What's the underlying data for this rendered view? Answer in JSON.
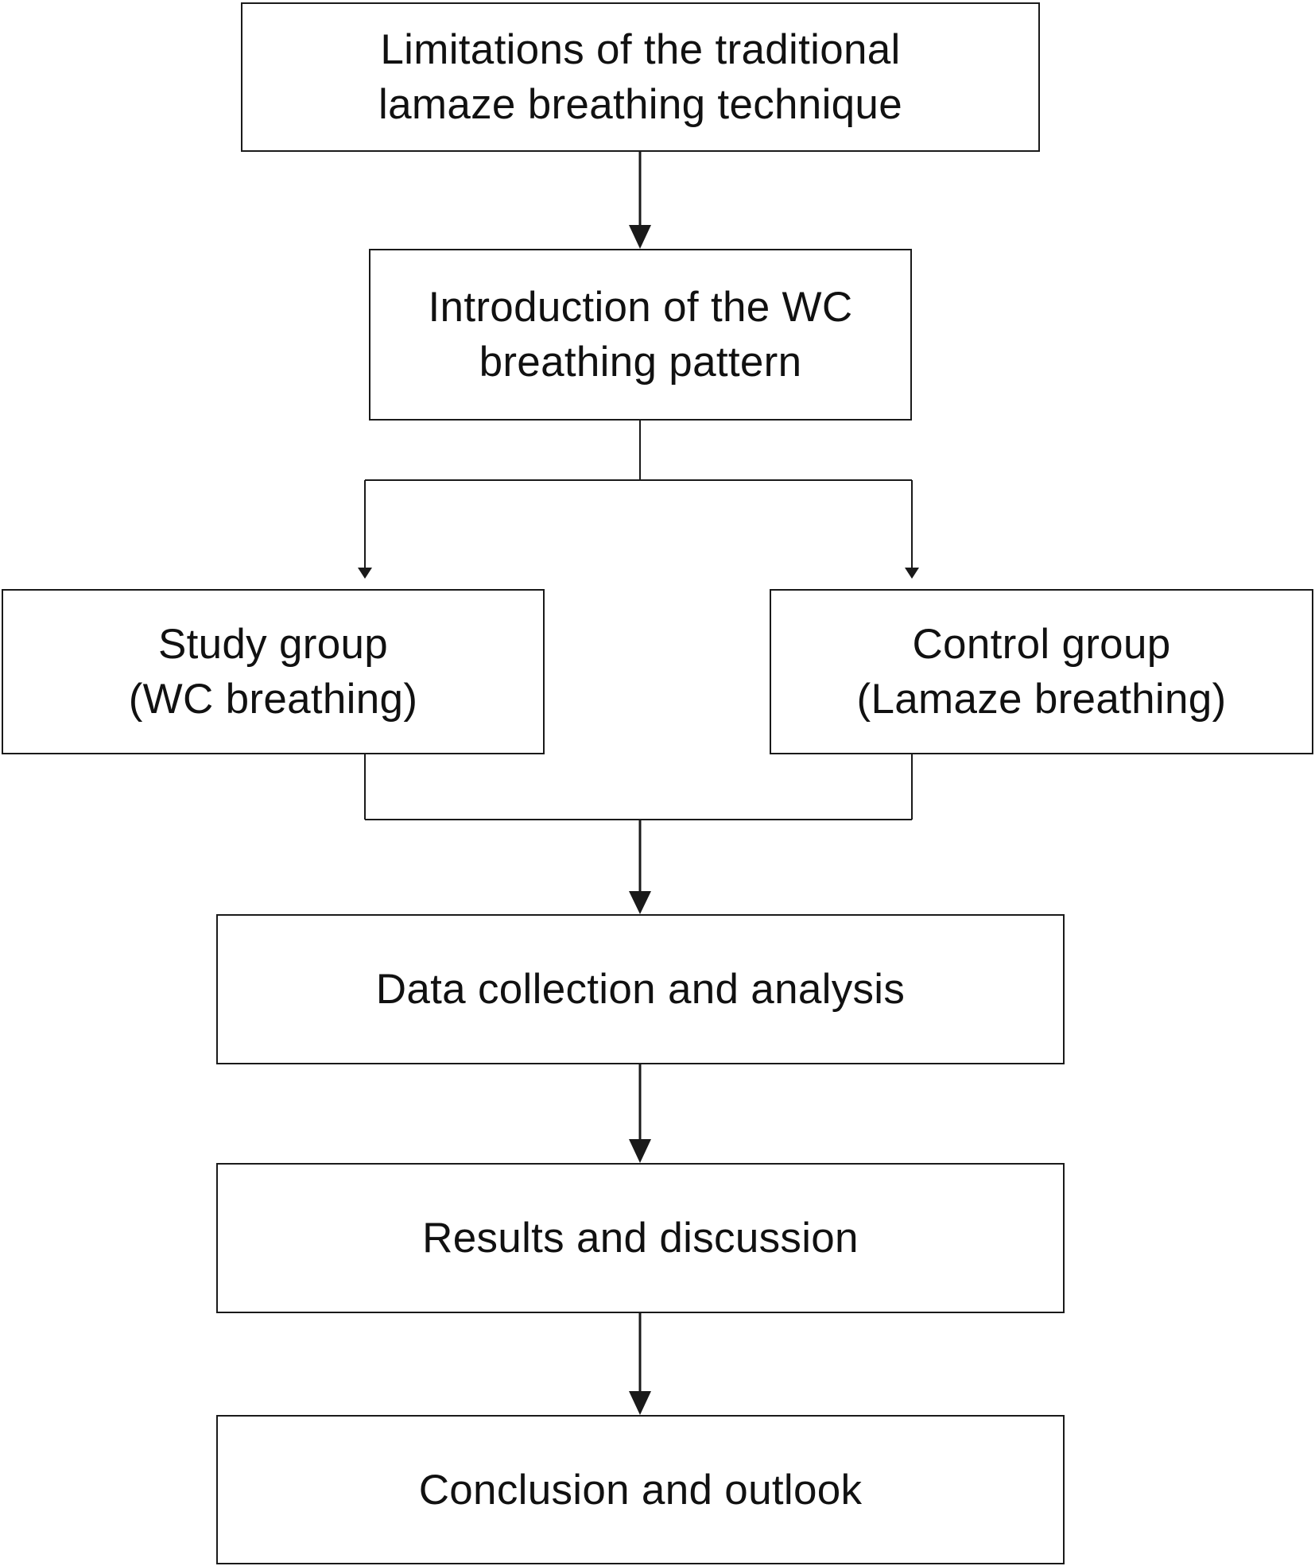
{
  "diagram": {
    "colors": {
      "line": "#1a1a1a",
      "text": "#111111",
      "background": "#ffffff"
    },
    "nodes": {
      "limitations": {
        "lines": [
          "Limitations of the traditional",
          "lamaze breathing technique"
        ]
      },
      "introduction": {
        "lines": [
          "Introduction of the WC",
          "breathing pattern"
        ]
      },
      "study_group": {
        "lines": [
          "Study group",
          "(WC breathing)"
        ]
      },
      "control_group": {
        "lines": [
          "Control group",
          "(Lamaze breathing)"
        ]
      },
      "data": {
        "lines": [
          "Data collection and analysis"
        ]
      },
      "results": {
        "lines": [
          "Results and discussion"
        ]
      },
      "conclusion": {
        "lines": [
          "Conclusion and outlook"
        ]
      }
    },
    "connectors": [
      {
        "from": "limitations",
        "to": "introduction"
      },
      {
        "from": "introduction",
        "to": [
          "study_group",
          "control_group"
        ]
      },
      {
        "from": [
          "study_group",
          "control_group"
        ],
        "to": "data"
      },
      {
        "from": "data",
        "to": "results"
      },
      {
        "from": "results",
        "to": "conclusion"
      }
    ]
  }
}
